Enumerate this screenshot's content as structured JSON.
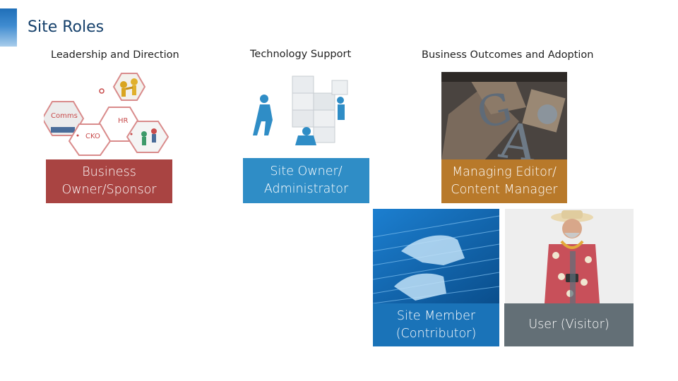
{
  "slide": {
    "title": "Site Roles"
  },
  "columns": [
    {
      "heading": "Leadership and Direction"
    },
    {
      "heading": "Technology Support"
    },
    {
      "heading": "Business Outcomes and Adoption"
    }
  ],
  "leadership_graphic": {
    "hex_labels": [
      "Comms",
      "HR",
      "CKO"
    ]
  },
  "tiles": {
    "owner": {
      "line1": "Business",
      "line2": "Owner/Sponsor",
      "color": "#a94442"
    },
    "admin": {
      "line1": "Site Owner/",
      "line2": "Administrator",
      "color": "#2f8dc6"
    },
    "editor": {
      "line1": "Managing Editor/",
      "line2": "Content Manager",
      "color": "#b8792a"
    },
    "member": {
      "line1": "Site Member",
      "line2": "(Contributor)",
      "color": "#1a73b8"
    },
    "visitor": {
      "line1": "User (Visitor)",
      "color": "#636f76"
    }
  },
  "images": {
    "hexagons": "hexagon-network-icon",
    "boxes": "people-moving-boxes-icon",
    "letterpress": "wooden-type-letters-icon",
    "keyboard": "typing-keyboard-icon",
    "tourist": "tourist-man-icon"
  }
}
